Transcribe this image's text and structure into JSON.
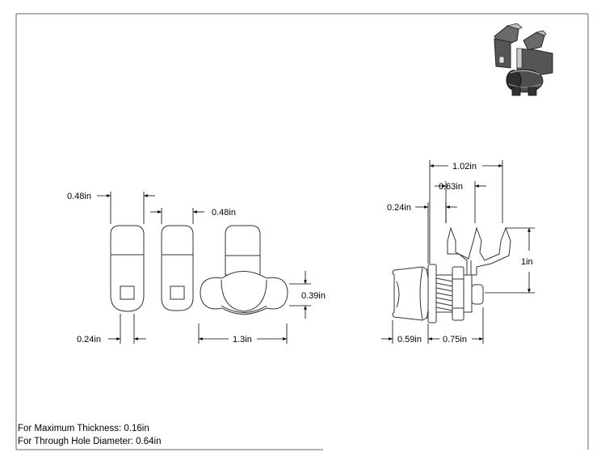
{
  "dimensions": {
    "width_left": "0.48in",
    "width_middle": "0.48in",
    "square_left": "0.24in",
    "cam_length": "1.3in",
    "cam_height": "0.39in",
    "overall_width": "1.02in",
    "prong_pitch": "0.63in",
    "prong_offset": "0.24in",
    "height_right": "1in",
    "body_length": "0.59in",
    "shaft_length": "0.75in"
  },
  "notes": {
    "max_thickness": "For Maximum Thickness: 0.16in",
    "hole_diameter": "For Through Hole Diameter: 0.64in"
  },
  "colors": {
    "line": "#333333",
    "thumbnail_body": "#555555",
    "thumbnail_highlight": "#bdbdbd"
  }
}
